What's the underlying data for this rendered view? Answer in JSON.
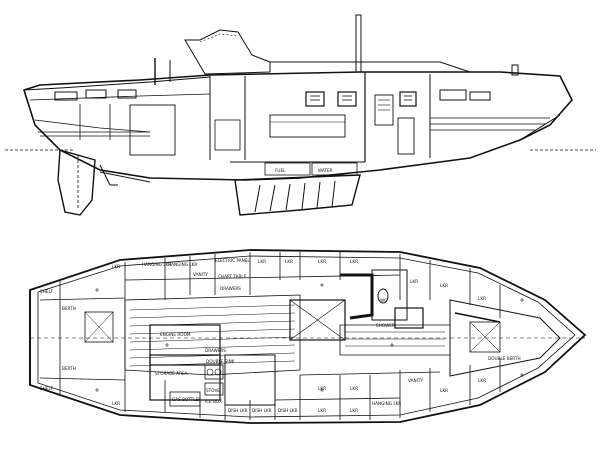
{
  "profile": {
    "labels": {
      "fuel": "FUEL",
      "water": "WATER"
    }
  },
  "plan": {
    "labels": {
      "shelf_port_aft": "SHELF",
      "locker_aft_1": "LKR",
      "hanging_locker_1": "HANGING LKR",
      "hanging_locker_2": "HANGING LKR",
      "vanity_aft": "VANITY",
      "electric_panel": "ELECTRIC PANEL",
      "chart_table": "CHART TABLE",
      "drawers_1": "DRAWERS",
      "locker_top_1": "LKR",
      "locker_top_2": "LKR",
      "locker_top_3": "LKR",
      "locker_top_4": "LKR",
      "locker_fwd_1": "LKR",
      "locker_fwd_2": "LKR",
      "locker_fwd_3": "LKR",
      "berth_aft_port": "BERTH",
      "engine_room": "ENGINE ROOM",
      "shower": "SHOWER",
      "wc": "WC",
      "double_berth": "DOUBLE BERTH",
      "berth_aft_stbd": "BERTH",
      "storage_area": "STORAGE AREA",
      "double_sink": "DOUBLE SINK",
      "ice_box": "ICE BOX",
      "stove": "STOVE",
      "gas_bottles": "GAS BOTTLES",
      "dish_locker_1": "DISH LKR",
      "dish_locker_2": "DISH LKR",
      "dish_locker_3": "DISH LKR",
      "shelf_stbd_aft": "SHELF",
      "locker_bot_1": "LKR",
      "locker_bot_2": "LKR",
      "locker_bot_3": "LKR",
      "locker_bot_4": "LKR",
      "locker_bot_5": "LKR",
      "hanging_locker_3": "HANGING LKR",
      "vanity_fwd": "VANITY",
      "locker_fwd_4": "LKR",
      "locker_fwd_5": "LKR",
      "drawers_2": "DRAWERS"
    }
  }
}
